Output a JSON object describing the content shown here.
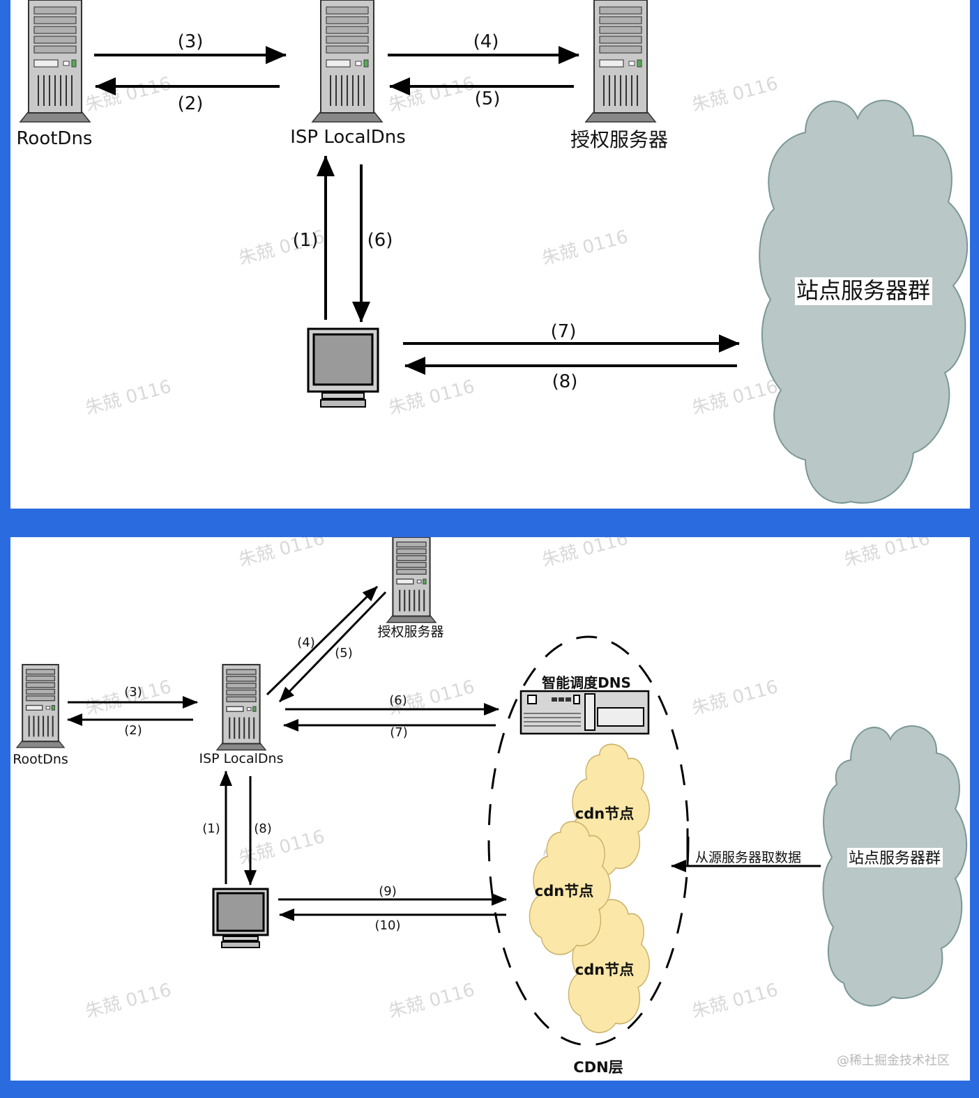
{
  "top_diagram": {
    "nodes": {
      "root_dns": "RootDns",
      "isp_local_dns": "ISP LocalDns",
      "auth_server": "授权服务器",
      "site_servers": "站点服务器群"
    },
    "steps": [
      "(1)",
      "(2)",
      "(3)",
      "(4)",
      "(5)",
      "(6)",
      "(7)",
      "(8)"
    ]
  },
  "bottom_diagram": {
    "nodes": {
      "root_dns": "RootDns",
      "isp_local_dns": "ISP LocalDns",
      "auth_server": "授权服务器",
      "smart_dns": "智能调度DNS",
      "cdn_node_1": "cdn节点",
      "cdn_node_2": "cdn节点",
      "cdn_node_3": "cdn节点",
      "site_servers": "站点服务器群",
      "cdn_layer": "CDN层",
      "origin_fetch": "从源服务器取数据"
    },
    "steps": [
      "(1)",
      "(2)",
      "(3)",
      "(4)",
      "(5)",
      "(6)",
      "(7)",
      "(8)",
      "(9)",
      "(10)"
    ]
  },
  "watermark": "朱兢 0116",
  "credit": "@稀土掘金技术社区",
  "colors": {
    "frame": "#2a6be0",
    "cloud_gray": "#b9c7c6",
    "cloud_yellow": "#fbe7a7",
    "cdn_label": "#e0281b"
  }
}
